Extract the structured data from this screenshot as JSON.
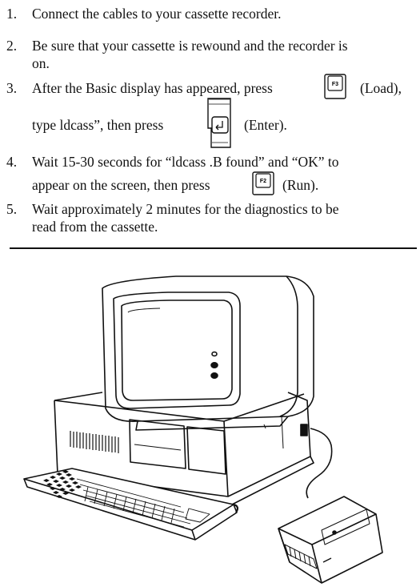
{
  "instructions": [
    {
      "num": "1.",
      "lines": [
        "Connect the cables to your cassette recorder."
      ]
    },
    {
      "num": "2.",
      "lines": [
        "Be sure that your cassette is rewound and the recorder is",
        "on."
      ]
    },
    {
      "num": "3.",
      "parts": {
        "before": "After the Basic display has appeared, press",
        "key": "F3",
        "after": "(Load),",
        "line2_before": "type ldcass”, then press",
        "key2": "enter",
        "line2_after": "(Enter)."
      }
    },
    {
      "num": "4.",
      "parts": {
        "line1": "Wait 15-30 seconds for “ldcass .B found” and “OK” to",
        "line2_before": "appear on the screen, then press",
        "key": "F2",
        "line2_after": "(Run)."
      }
    },
    {
      "num": "5.",
      "lines": [
        "Wait approximately 2 minutes for the diagnostics to be",
        "read from the cassette."
      ]
    }
  ]
}
